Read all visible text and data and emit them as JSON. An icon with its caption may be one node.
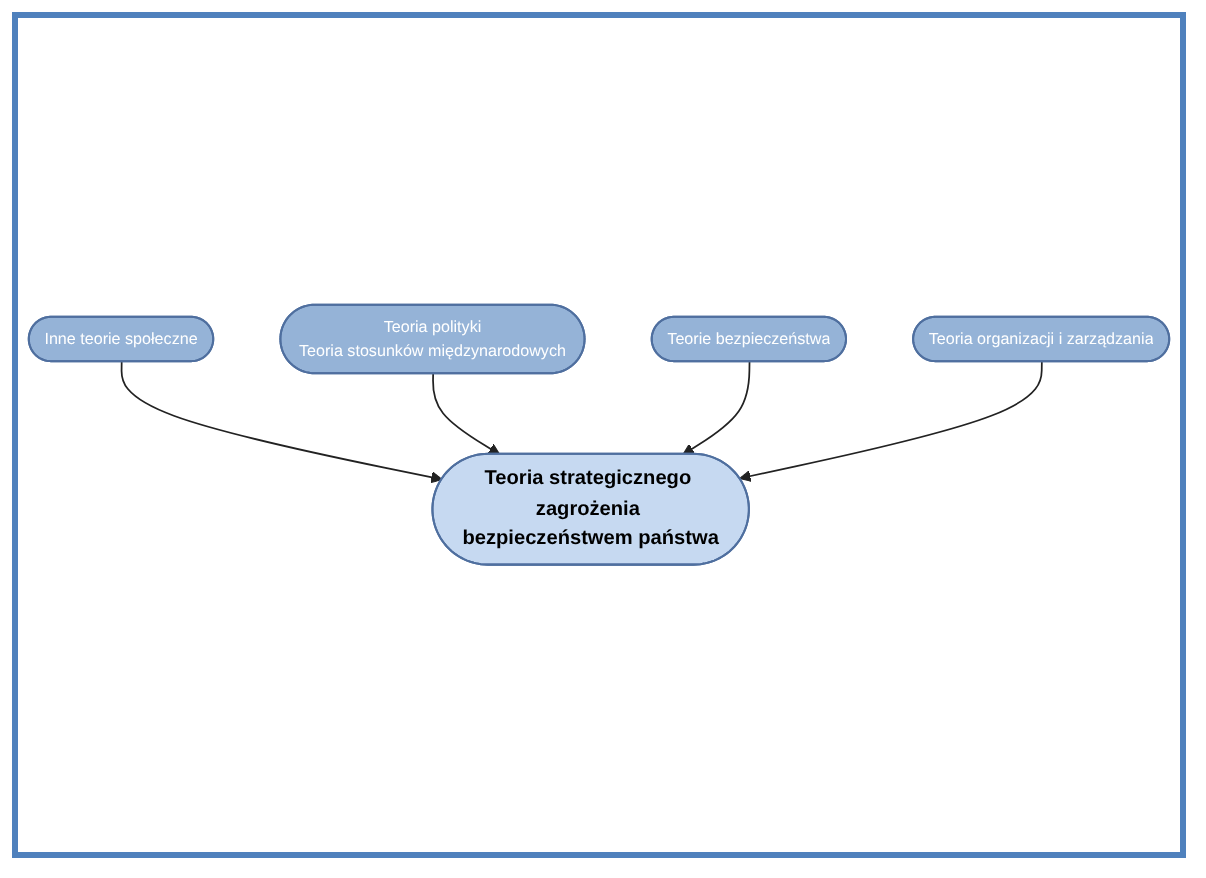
{
  "diagram": {
    "nodes": [
      {
        "text": [
          "Inne teorie społeczne"
        ]
      },
      {
        "text": [
          "Teoria polityki",
          "Teoria stosunków międzynarodowych"
        ]
      },
      {
        "text": [
          "Teoria strategicznego zagrożenia bezpieczeństwem państwa"
        ]
      },
      {
        "text": [
          "Teorie bezpieczeństwa"
        ]
      },
      {
        "text": [
          "Teoria organizacji i zarządzania"
        ]
      }
    ],
    "edges": [
      {
        "from": 0,
        "to": 2,
        "arrow": "to"
      },
      {
        "from": 1,
        "to": 2,
        "arrow": "to"
      },
      {
        "from": 3,
        "to": 2,
        "arrow": "to"
      },
      {
        "from": 4,
        "to": 2,
        "arrow": "to"
      }
    ]
  }
}
